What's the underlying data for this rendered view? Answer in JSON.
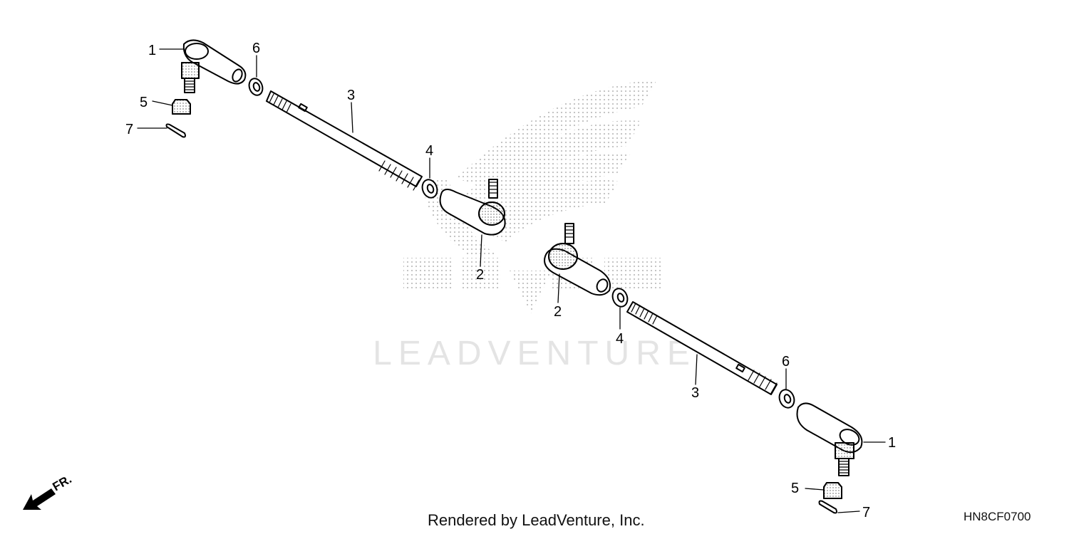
{
  "watermark": {
    "text": "LEADVENTURE"
  },
  "callouts": {
    "one_left": "1",
    "one_right": "1",
    "two_left": "2",
    "two_right": "2",
    "three_left": "3",
    "three_right": "3",
    "four_left": "4",
    "four_right": "4",
    "five_left": "5",
    "five_right": "5",
    "six_left": "6",
    "six_right": "6",
    "seven_left": "7",
    "seven_right": "7"
  },
  "direction_label": "FR.",
  "footer": {
    "rendered_by": "Rendered by LeadVenture, Inc.",
    "drawing_code": "HN8CF0700"
  },
  "colors": {
    "line": "#000000",
    "watermark_dots": "#b8b8b8",
    "watermark_text": "#e4e4e4"
  }
}
